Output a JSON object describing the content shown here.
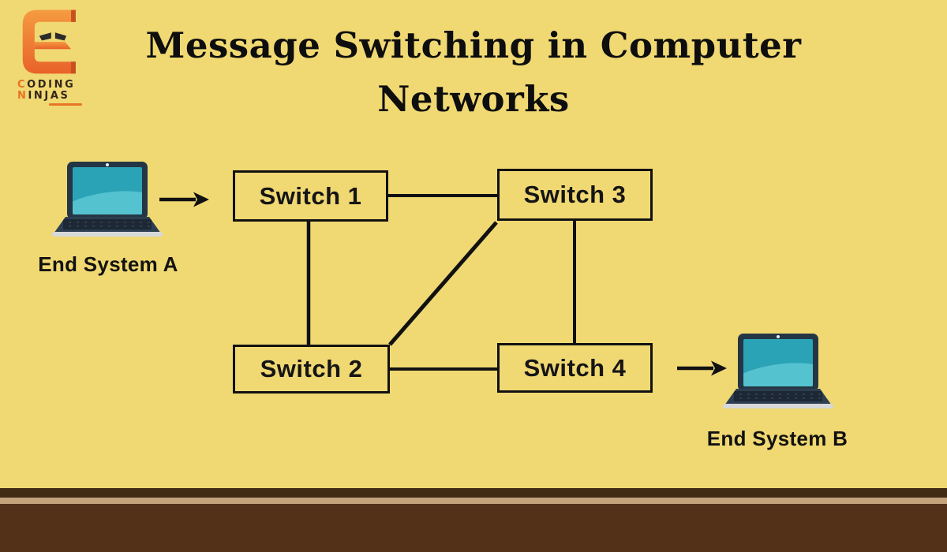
{
  "meta": {
    "kind": "network-diagram-infographic",
    "background_color": "#f0d873",
    "line_color": "#111111"
  },
  "logo": {
    "brand_line1": "CODING",
    "brand_line2": "NINJAS",
    "accent_color": "#e87425",
    "gradient_top": "#f59b40",
    "gradient_bottom": "#e8622a"
  },
  "title": {
    "line1": "Message Switching in Computer",
    "line2": "Networks"
  },
  "nodes": {
    "end_system_a": {
      "label": "End System A",
      "type": "laptop"
    },
    "end_system_b": {
      "label": "End System B",
      "type": "laptop"
    },
    "switch1": {
      "label": "Switch 1"
    },
    "switch2": {
      "label": "Switch 2"
    },
    "switch3": {
      "label": "Switch 3"
    },
    "switch4": {
      "label": "Switch 4"
    }
  },
  "edges": [
    {
      "from": "End System A",
      "to": "Switch 1",
      "style": "arrow"
    },
    {
      "from": "Switch 1",
      "to": "Switch 3",
      "style": "line"
    },
    {
      "from": "Switch 1",
      "to": "Switch 2",
      "style": "line"
    },
    {
      "from": "Switch 2",
      "to": "Switch 3",
      "style": "line"
    },
    {
      "from": "Switch 2",
      "to": "Switch 4",
      "style": "line"
    },
    {
      "from": "Switch 3",
      "to": "Switch 4",
      "style": "line"
    },
    {
      "from": "Switch 4",
      "to": "End System B",
      "style": "arrow"
    }
  ],
  "laptop_colors": {
    "bezel": "#243645",
    "screen": "#2ba3b6",
    "screen_highlight": "#55c2cf",
    "foot": "#d6d8d9"
  },
  "footer": {
    "stripe_dark": "#402a13",
    "stripe_tan": "#c3a27c",
    "stripe_bottom": "#533018"
  }
}
